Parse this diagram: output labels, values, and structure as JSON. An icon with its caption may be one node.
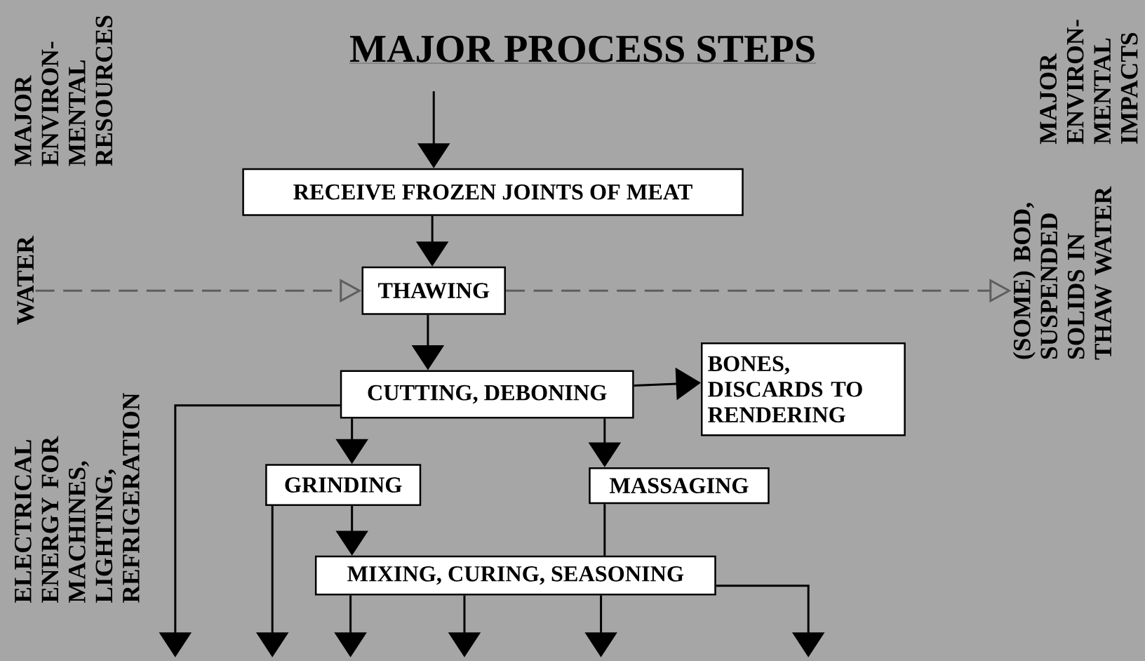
{
  "diagram": {
    "title": "MAJOR PROCESS STEPS",
    "nodes": [
      {
        "text": [
          "RECEIVE FROZEN JOINTS OF MEAT"
        ]
      },
      {
        "text": [
          "THAWING"
        ]
      },
      {
        "text": [
          "CUTTING, DEBONING"
        ]
      },
      {
        "text": [
          "BONES, DISCARDS TO RENDERING"
        ]
      },
      {
        "text": [
          "GRINDING"
        ]
      },
      {
        "text": [
          "MASSAGING"
        ]
      },
      {
        "text": [
          "MIXING, CURING, SEASONING"
        ]
      },
      {
        "text": [
          "WATER"
        ]
      },
      {
        "text": [
          "(SOME) BOD, SUSPENDED SOLIDS IN THAW WATER"
        ]
      }
    ],
    "edges": [
      {
        "from": null,
        "to": 0,
        "arrow": "to"
      },
      {
        "from": 0,
        "to": 1,
        "arrow": "to"
      },
      {
        "from": 1,
        "to": 2,
        "arrow": "to"
      },
      {
        "from": 2,
        "to": 3,
        "arrow": "to"
      },
      {
        "from": 2,
        "to": 4,
        "arrow": "to"
      },
      {
        "from": 2,
        "to": 5,
        "arrow": "to"
      },
      {
        "from": 4,
        "to": 6,
        "arrow": "to"
      },
      {
        "from": 5,
        "to": 6,
        "arrow": "none"
      },
      {
        "from": 7,
        "to": 1,
        "arrow": "to",
        "style": "dashed",
        "color": "#5e5e5e"
      },
      {
        "from": 1,
        "to": 8,
        "arrow": "to",
        "style": "dashed",
        "color": "#5e5e5e"
      },
      {
        "from": 2,
        "to": null,
        "arrow": "to"
      },
      {
        "from": 4,
        "to": null,
        "arrow": "to"
      },
      {
        "from": 6,
        "to": null,
        "arrow": "to"
      },
      {
        "from": 6,
        "to": null,
        "arrow": "to"
      },
      {
        "from": 6,
        "to": null,
        "arrow": "to"
      },
      {
        "from": 6,
        "to": null,
        "arrow": "to"
      }
    ],
    "labels": [
      "MAJOR ENVIRON- MENTAL RESOURCES",
      "MAJOR ENVIRON- MENTAL IMPACTS",
      "ELECTRICAL ENERGY FOR MACHINES, LIGHTING, REFRIGERATION"
    ]
  }
}
